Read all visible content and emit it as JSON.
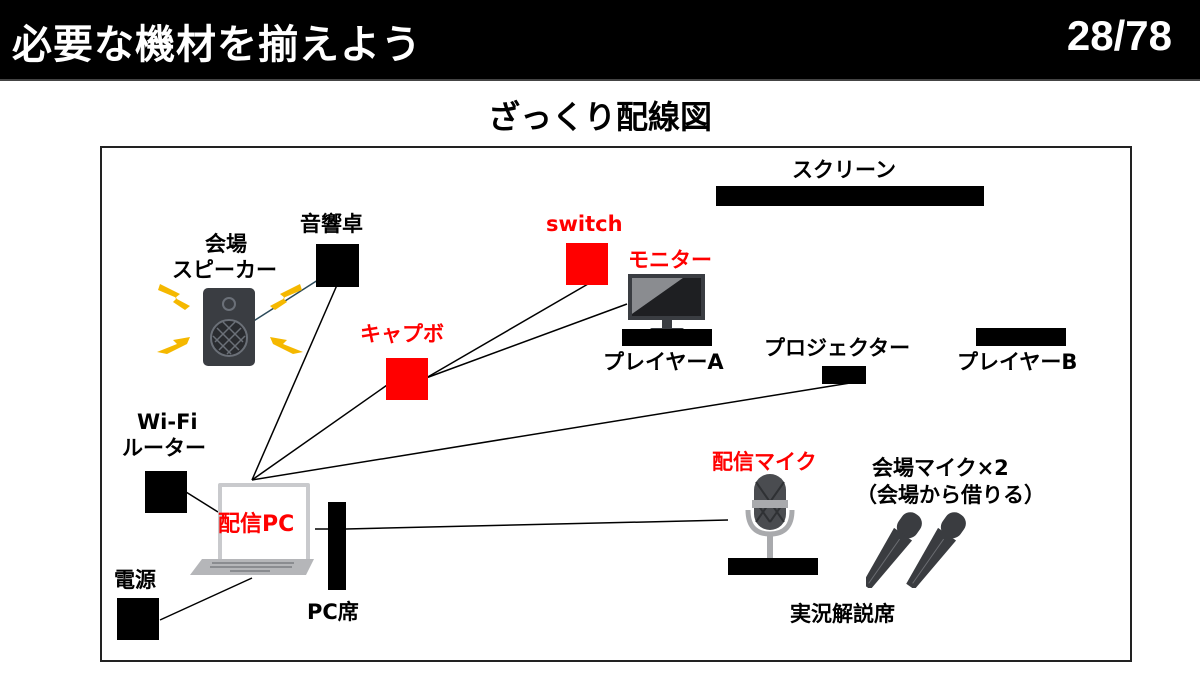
{
  "header": {
    "title": "必要な機材を揃えよう",
    "page": "28/78"
  },
  "subtitle": "ざっくり配線図",
  "labels": {
    "screen": "スクリーン",
    "mixer": "音響卓",
    "venue_speaker_1": "会場",
    "venue_speaker_2": "スピーカー",
    "switch": "switch",
    "monitor": "モニター",
    "capture_board": "キャプボ",
    "player_a": "プレイヤーA",
    "projector": "プロジェクター",
    "player_b": "プレイヤーB",
    "wifi_1": "Wi-Fi",
    "wifi_2": "ルーター",
    "stream_pc": "配信PC",
    "power": "電源",
    "pc_seat": "PC席",
    "stream_mic": "配信マイク",
    "venue_mic_1": "会場マイク×2",
    "venue_mic_2": "（会場から借りる）",
    "commentary_seat": "実況解説席"
  },
  "colors": {
    "highlight": "#ff0000",
    "speaker_bolt": "#f5b800"
  }
}
